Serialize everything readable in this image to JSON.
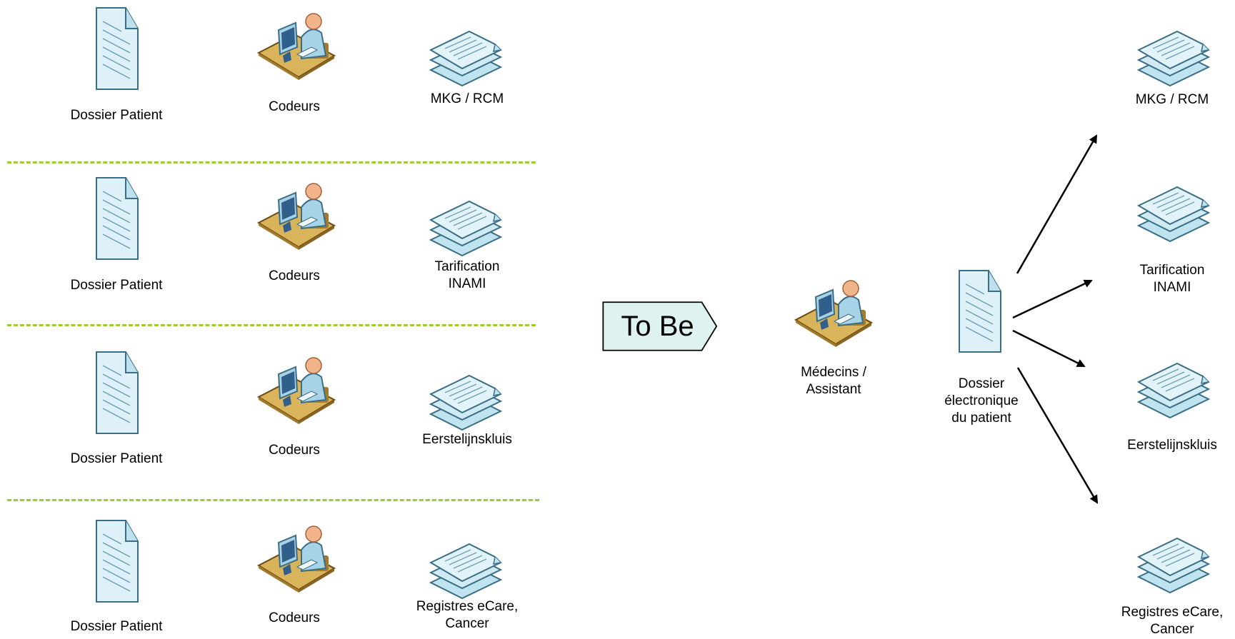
{
  "asis_rows": [
    {
      "document_label": "Dossier Patient",
      "coder_label": "Codeurs",
      "target_label": "MKG / RCM"
    },
    {
      "document_label": "Dossier Patient",
      "coder_label": "Codeurs",
      "target_label": "Tarification\nINAMI"
    },
    {
      "document_label": "Dossier Patient",
      "coder_label": "Codeurs",
      "target_label": "Eerstelijnskluis"
    },
    {
      "document_label": "Dossier Patient",
      "coder_label": "Codeurs",
      "target_label": "Registres eCare,\nCancer"
    }
  ],
  "transition_label": "To Be",
  "tobe": {
    "actor_label": "Médecins /\nAssistant",
    "document_label": "Dossier\nélectronique\ndu patient",
    "targets": [
      "MKG / RCM",
      "Tarification\nINAMI",
      "Eerstelijnskluis",
      "Registres eCare,\nCancer"
    ]
  },
  "colors": {
    "separator": "#9acd32",
    "document_fill": "#dff1f8",
    "document_stroke": "#3a6e86",
    "stack_fill": "#bfe3ef",
    "stack_stroke": "#3a6e86",
    "desk": "#d9b45a",
    "person_body": "#a8d3e6",
    "skin": "#f2b48b",
    "arrow": "#000000",
    "tobe_fill": "#dff2f2"
  }
}
